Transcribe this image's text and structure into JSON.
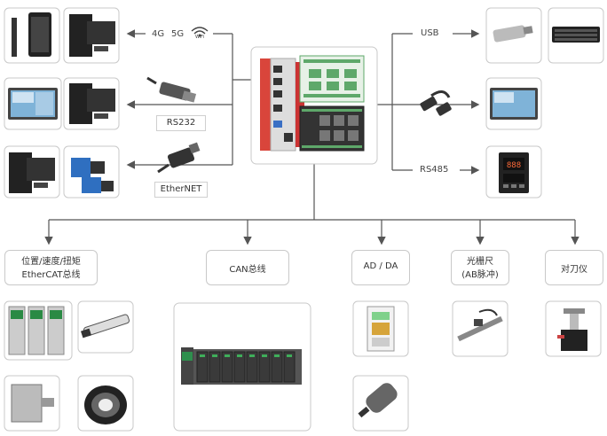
{
  "left_connections": {
    "wireless": {
      "g4": "4G",
      "g5": "5G",
      "wifi": "WiFi"
    },
    "rs232": "RS232",
    "ethernet": "EtherNET"
  },
  "right_connections": {
    "usb": "USB",
    "rs485": "RS485"
  },
  "bottom_categories": [
    {
      "label": "位置/速度/扭矩\nEtherCAT总线"
    },
    {
      "label": "CAN总线"
    },
    {
      "label": "AD / DA"
    },
    {
      "label": "光栅尺\n(AB脉冲)"
    },
    {
      "label": "对刀仪"
    }
  ],
  "colors": {
    "line": "#555555",
    "box_border": "#c9c9c9",
    "controller_red": "#d9453b",
    "io_green": "#5ea86a"
  },
  "icons": [
    "phone-icon",
    "tower-pc-icon",
    "hmi-panel-icon",
    "serial-adapter-icon",
    "ethernet-adapter-icon",
    "camera-icon",
    "usb-drive-icon",
    "keyboard-icon",
    "hdmi-cable-icon",
    "temperature-controller-icon",
    "servo-drive-icon",
    "servo-motor-icon",
    "encoder-ring-icon",
    "linear-actuator-icon",
    "plc-rack-icon",
    "vfd-icon",
    "motor-icon",
    "linear-scale-icon",
    "tool-setter-icon"
  ]
}
